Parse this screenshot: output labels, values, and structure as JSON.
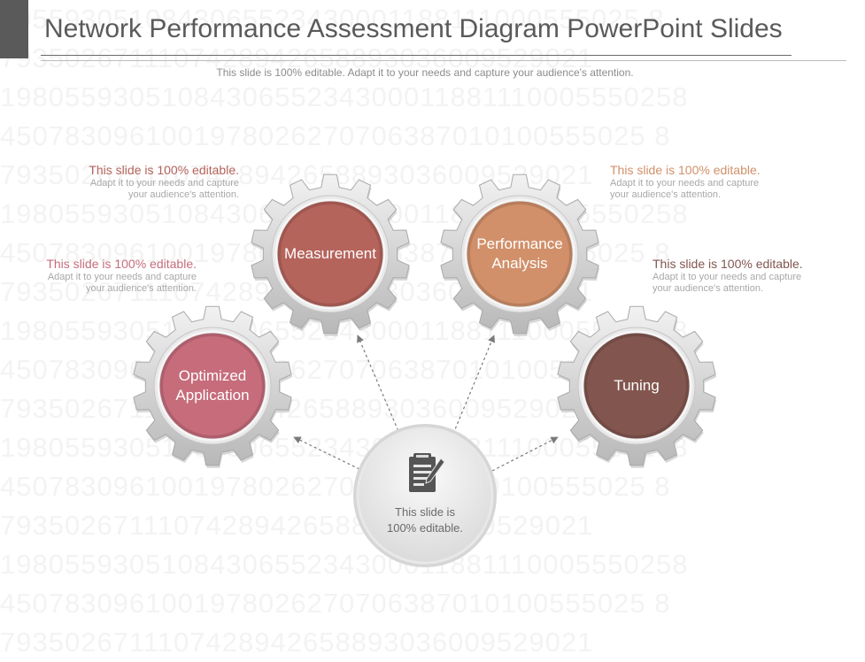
{
  "header": {
    "title": "Network Performance Assessment Diagram PowerPoint Slides",
    "subtitle": "This slide is 100% editable. Adapt it to your needs and capture your audience's attention."
  },
  "gears": [
    {
      "id": "measurement",
      "label": "Measurement",
      "color": "#b5645c"
    },
    {
      "id": "performance-analysis",
      "label": "Performance\nAnalysis",
      "color": "#d1906a"
    },
    {
      "id": "optimized-application",
      "label": "Optimized\nApplication",
      "color": "#c66c7b"
    },
    {
      "id": "tuning",
      "label": "Tuning",
      "color": "#82564f"
    }
  ],
  "hub": {
    "label": "This slide is\n100% editable.",
    "icon": "document-edit-icon"
  },
  "notes": [
    {
      "heading": "This slide is 100% editable.",
      "body": "Adapt it to your needs and capture\nyour audience's attention.",
      "color": "#b5645c"
    },
    {
      "heading": "This slide is 100% editable.",
      "body": "Adapt it to your needs and capture\nyour audience's attention.",
      "color": "#d1906a"
    },
    {
      "heading": "This slide is 100% editable.",
      "body": "Adapt it to your needs and capture\nyour audience's attention.",
      "color": "#c66c7b"
    },
    {
      "heading": "This slide is 100% editable.",
      "body": "Adapt it to your needs and capture\nyour audience's attention.",
      "color": "#82564f"
    }
  ],
  "watermark_lines": [
    "2055930510843065523430001188111000555025 8",
    "7935026711107428942658893036009529021",
    "1980559305108430655234300011881110005550258",
    "4507830961001978026270706387010100555025 8",
    "7935026711107428942658893036009529021",
    "1980559305108430655234300011881110005550258",
    "4507830961001978026270706387010100555025 8",
    "7935026711107428942658893036009529021",
    "1980559305108430655234300011881110005550258",
    "4507830961001978026270706387010100555025 8",
    "7935026711107428942658893036009529021",
    "1980559305108430655234300011881110005550258",
    "4507830961001978026270706387010100555025 8",
    "7935026711107428942658893036009529021",
    "1980559305108430655234300011881110005550258",
    "4507830961001978026270706387010100555025 8",
    "7935026711107428942658893036009529021"
  ]
}
